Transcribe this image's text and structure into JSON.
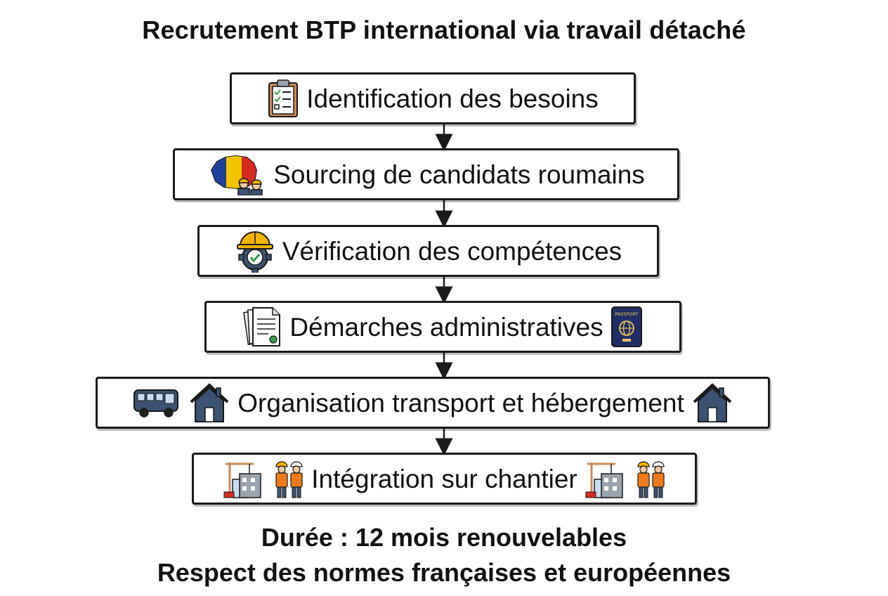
{
  "title": "Recrutement BTP international via travail détaché",
  "steps": [
    {
      "label": "Identification des besoins",
      "icons_left": [
        "clipboard-checklist-icon"
      ],
      "icons_right": []
    },
    {
      "label": "Sourcing de candidats roumains",
      "icons_left": [
        "romania-map-workers-icon"
      ],
      "icons_right": []
    },
    {
      "label": "Vérification des compétences",
      "icons_left": [
        "hardhat-gear-check-icon"
      ],
      "icons_right": []
    },
    {
      "label": "Démarches administratives",
      "icons_left": [
        "documents-icon"
      ],
      "icons_right": [
        "passport-icon"
      ]
    },
    {
      "label": "Organisation transport et hébergement",
      "icons_left": [
        "bus-icon",
        "house-icon"
      ],
      "icons_right": [
        "house-icon"
      ]
    },
    {
      "label": "Intégration sur chantier",
      "icons_left": [
        "construction-site-workers-icon"
      ],
      "icons_right": [
        "construction-site-workers-icon"
      ]
    }
  ],
  "passport_text": "PASSPORT",
  "footer": {
    "line1": "Durée : 12 mois renouvelables",
    "line2": "Respect des normes françaises et européennes"
  },
  "colors": {
    "border": "#1a1a1a",
    "navy": "#3b5272",
    "flag_blue": "#1f3f9a",
    "flag_yellow": "#f5c400",
    "flag_red": "#d52b1e",
    "hardhat": "#f4b400",
    "check_green": "#2e9a4a",
    "vest_orange": "#f07a1a"
  }
}
